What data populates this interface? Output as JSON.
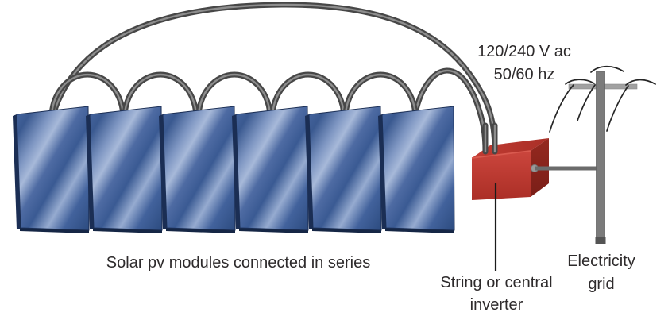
{
  "diagram": {
    "background_color": "#ffffff",
    "labels": {
      "voltage": {
        "line1": "120/240 V ac",
        "line2": "50/60 hz"
      },
      "panels_caption": "Solar pv modules connected in series",
      "inverter": {
        "line1": "String or central",
        "line2": "inverter"
      },
      "grid": {
        "line1": "Electricity",
        "line2": "grid"
      }
    },
    "panels": {
      "count": 6
    },
    "colors": {
      "panel_blue": "#3a5a93",
      "panel_highlight": "#a7b9d9",
      "panel_edge": "#1b2e54",
      "panel_edge_bottom": "#152645",
      "wire_gray": "#474747",
      "wire_highlight": "#8d8d8d",
      "inverter_red": "#c13a31",
      "inverter_top_red": "#b0352c",
      "inverter_side_red": "#8c2520",
      "pole_gray": "#7b7b7b",
      "crossarm_gray": "#a1a1a1",
      "label_text": "#2e2b2c"
    }
  }
}
